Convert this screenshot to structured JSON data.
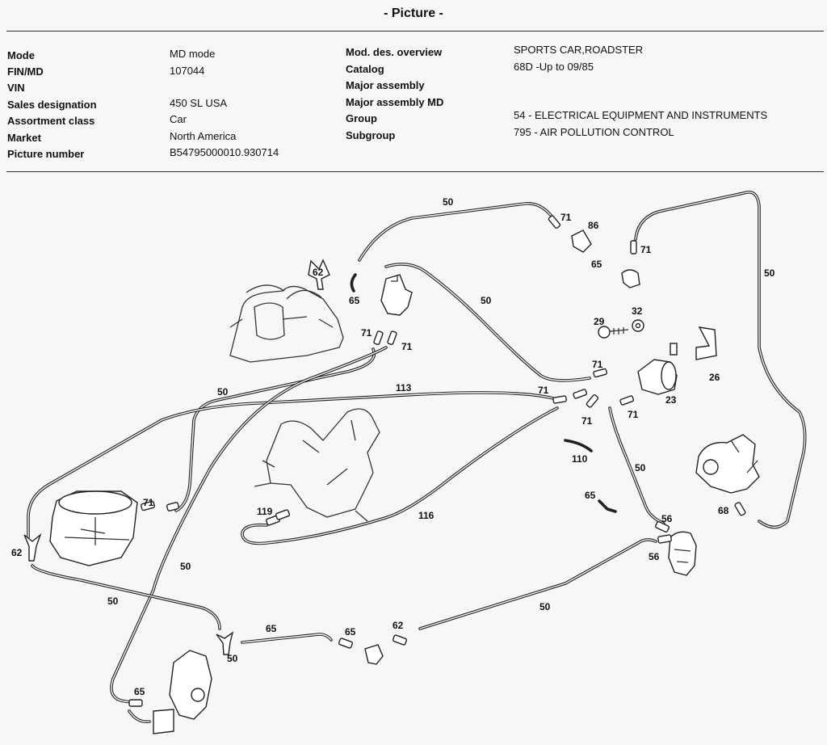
{
  "page_title": "- Picture -",
  "header": {
    "left_labels": [
      "Mode",
      "FIN/MD",
      "VIN",
      "Sales  designation",
      "Assortment class",
      "Market",
      "Picture number"
    ],
    "left_values": [
      "MD  mode",
      "107044",
      "",
      "450  SL  USA",
      "Car",
      "North   America",
      "B54795000010.930714"
    ],
    "right_labels": [
      "Mod.  des.  overview",
      "Catalog",
      "Major assembly",
      "Major assembly MD",
      "Group",
      "Subgroup"
    ],
    "right_values": [
      "SPORTS    CAR,ROADSTER",
      "68D  -Up  to  09/85",
      "",
      "",
      "54 - ELECTRICAL EQUIPMENT AND INSTRUMENTS",
      "795 - AIR POLLUTION CONTROL"
    ]
  },
  "callouts": [
    "50",
    "71",
    "86",
    "71",
    "65",
    "50",
    "62",
    "65",
    "50",
    "29",
    "32",
    "71",
    "71",
    "71",
    "26",
    "71",
    "23",
    "71",
    "71",
    "50",
    "113",
    "110",
    "50",
    "71",
    "65",
    "56",
    "68",
    "119",
    "116",
    "56",
    "62",
    "50",
    "50",
    "50",
    "65",
    "65",
    "62",
    "50",
    "65"
  ]
}
